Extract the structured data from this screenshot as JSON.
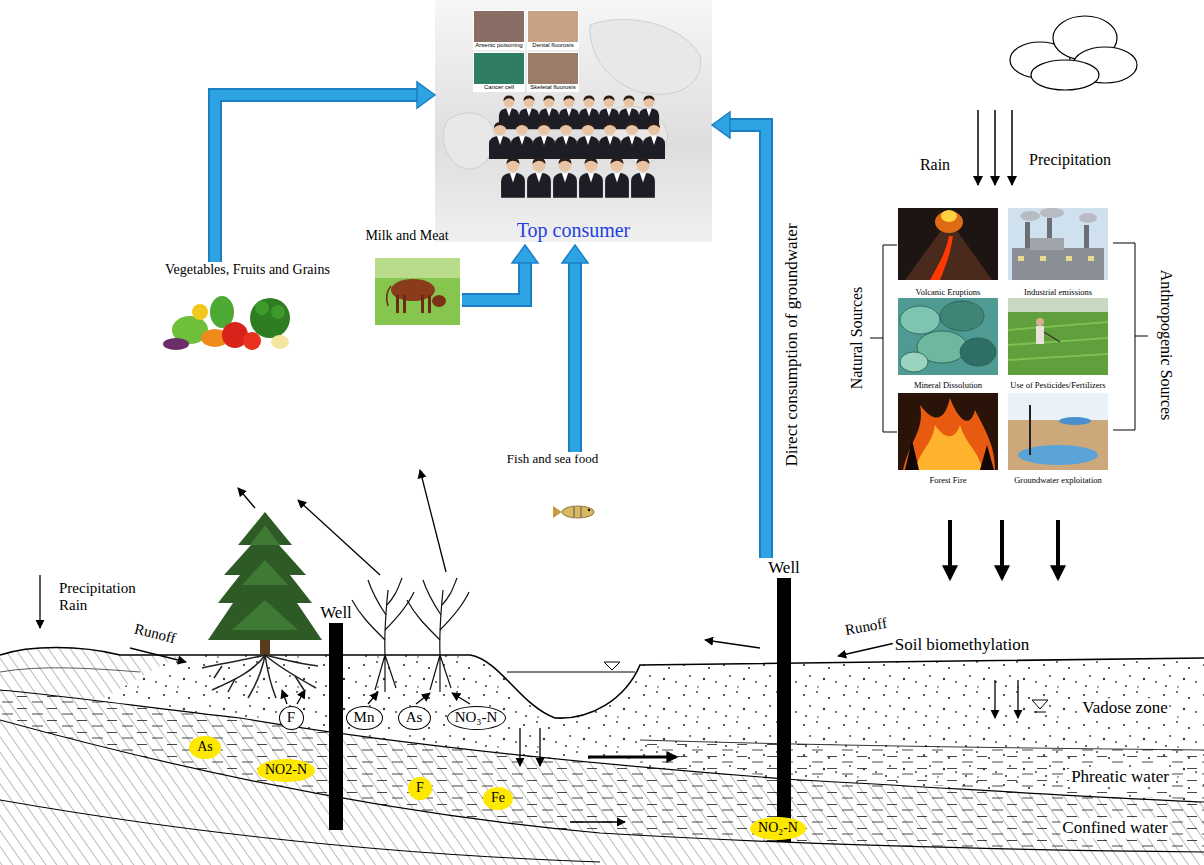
{
  "diagram": {
    "nodes": [
      {
        "text": [
          "Top consumer"
        ]
      },
      {
        "text": [
          "Arsenic poisoning"
        ],
        "in": 0
      },
      {
        "text": [
          "Dental fluorosis"
        ],
        "in": 0
      },
      {
        "text": [
          "Cancer cell"
        ],
        "in": 0
      },
      {
        "text": [
          "Skeletal fluorosis"
        ],
        "in": 0
      },
      {
        "text": [
          "Vegetables, Fruits and Grains"
        ]
      },
      {
        "text": [
          "Milk and Meat"
        ]
      },
      {
        "text": [
          "Fish and sea food"
        ]
      },
      {
        "text": [
          "Volcanic Eruptions"
        ]
      },
      {
        "text": [
          "Industrial emissions"
        ]
      },
      {
        "text": [
          "Mineral Dissolution"
        ]
      },
      {
        "text": [
          "Use of Pesticides/Fertilizers"
        ]
      },
      {
        "text": [
          "Forest Fire"
        ]
      },
      {
        "text": [
          "Groundwater exploitation"
        ]
      },
      {
        "text": [
          "F"
        ]
      },
      {
        "text": [
          "Mn"
        ]
      },
      {
        "text": [
          "As"
        ]
      },
      {
        "text": [
          "NO₃-N"
        ]
      },
      {
        "text": [
          "As"
        ]
      },
      {
        "text": [
          "NO2-N"
        ]
      },
      {
        "text": [
          "F"
        ]
      },
      {
        "text": [
          "Fe"
        ]
      },
      {
        "text": [
          "NO₂-N"
        ]
      },
      {
        "text": [
          "Well"
        ]
      },
      {
        "text": [
          "Well"
        ]
      }
    ],
    "edges": [
      {
        "from": 5,
        "to": 0,
        "arrow": "to"
      },
      {
        "from": 6,
        "to": 0,
        "arrow": "to"
      },
      {
        "from": 7,
        "to": 0,
        "arrow": "to"
      },
      {
        "from": 24,
        "to": 0,
        "arrow": "to",
        "label": "Direct consumption of groundwater"
      }
    ],
    "labels": [
      "Rain",
      "Precipitation",
      "Natural Sources",
      "Anthropogenic Sources",
      "Precipitation Rain",
      "Runoff",
      "Runoff",
      "Soil biomethylation",
      "Vadose zone",
      "Phreatic water",
      "Confined water"
    ]
  }
}
